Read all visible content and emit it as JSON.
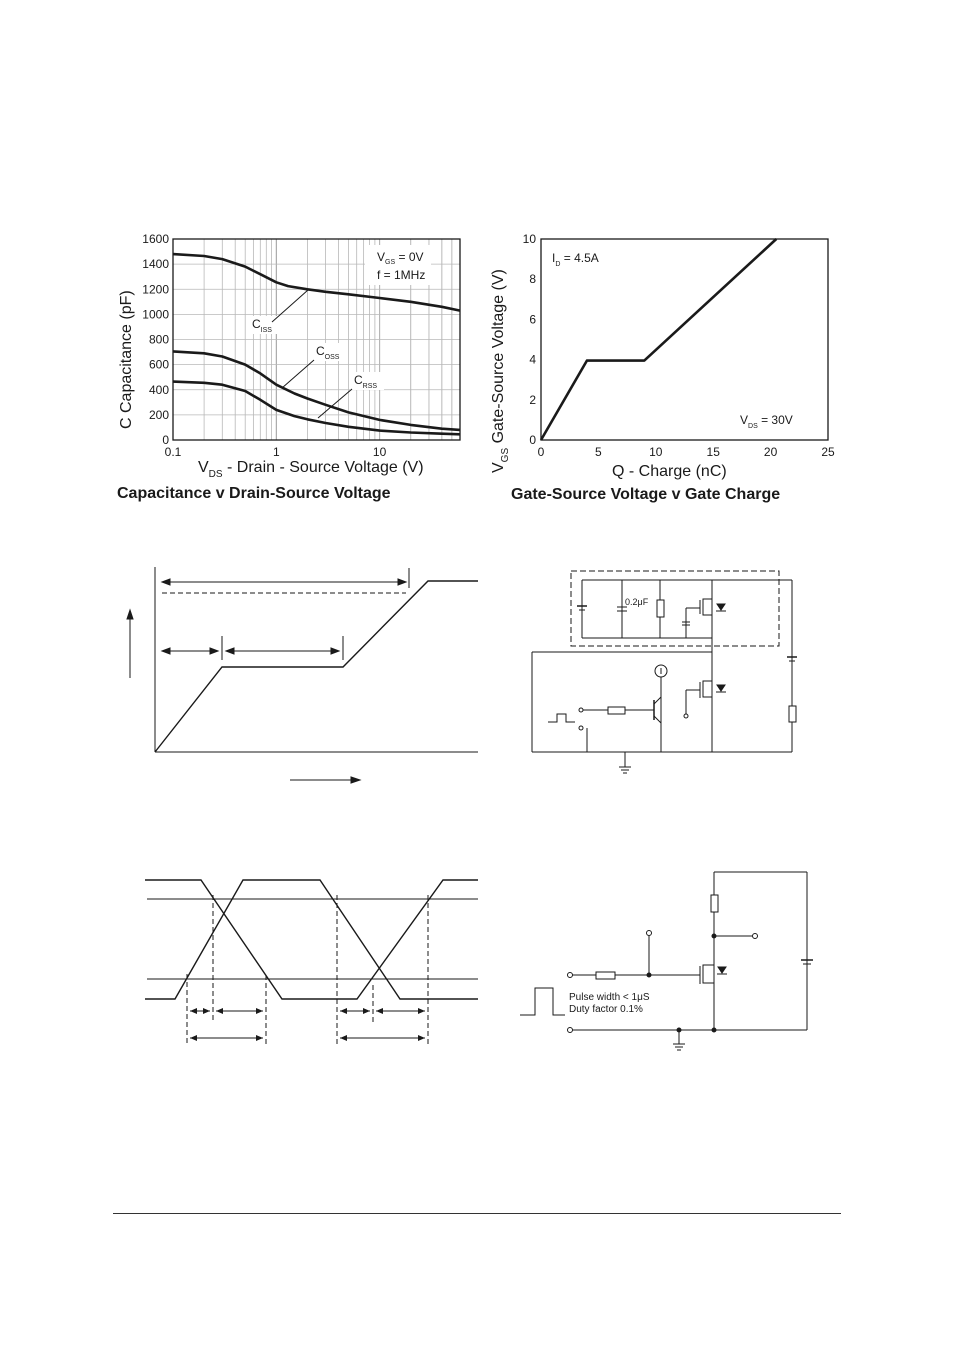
{
  "chart_data": [
    {
      "type": "line",
      "title": "Capacitance v Drain-Source Voltage",
      "xlabel_main": "V",
      "xlabel_sub": "DS",
      "xlabel_rest": " - Drain - Source Voltage (V)",
      "ylabel": "C  Capacitance (pF)",
      "xscale": "log",
      "xlim": [
        0.1,
        60
      ],
      "ylim": [
        0,
        1600
      ],
      "grid": true,
      "x_ticks": [
        0.1,
        1,
        10
      ],
      "x_tick_labels": [
        "0.1",
        "1",
        "10"
      ],
      "y_ticks": [
        0,
        200,
        400,
        600,
        800,
        1000,
        1200,
        1400,
        1600
      ],
      "y_tick_labels": [
        "0",
        "200",
        "400",
        "600",
        "800",
        "1000",
        "1200",
        "1400",
        "1600"
      ],
      "legend_box": {
        "line1_main": "V",
        "line1_sub": "GS",
        "line1_rest": " = 0V",
        "line2": "f = 1MHz"
      },
      "series": [
        {
          "name": "C ISS",
          "label_main": "C",
          "label_sub": "ISS",
          "x": [
            0.1,
            0.2,
            0.3,
            0.5,
            0.7,
            1,
            1.3,
            2,
            3,
            5,
            10,
            20,
            40,
            60
          ],
          "y": [
            1480,
            1465,
            1440,
            1380,
            1320,
            1255,
            1225,
            1200,
            1180,
            1160,
            1130,
            1100,
            1060,
            1030
          ]
        },
        {
          "name": "C OSS",
          "label_main": "C",
          "label_sub": "OSS",
          "x": [
            0.1,
            0.2,
            0.3,
            0.5,
            0.7,
            1,
            1.5,
            2,
            3,
            5,
            10,
            20,
            40,
            60
          ],
          "y": [
            705,
            690,
            665,
            600,
            530,
            440,
            370,
            330,
            280,
            220,
            160,
            120,
            90,
            80
          ]
        },
        {
          "name": "C RSS",
          "label_main": "C",
          "label_sub": "RSS",
          "x": [
            0.1,
            0.2,
            0.3,
            0.5,
            0.7,
            1,
            1.5,
            2,
            3,
            5,
            10,
            20,
            40,
            60
          ],
          "y": [
            465,
            455,
            440,
            390,
            320,
            240,
            190,
            165,
            135,
            105,
            75,
            60,
            50,
            45
          ]
        }
      ]
    },
    {
      "type": "line",
      "title": "Gate-Source Voltage v Gate Charge",
      "xlabel": "Q - Charge (nC)",
      "ylabel_main": "V",
      "ylabel_sub": "GS",
      "ylabel_rest": "  Gate-Source Voltage (V)",
      "xlim": [
        0,
        25
      ],
      "ylim": [
        0,
        10
      ],
      "grid": false,
      "x_ticks": [
        0,
        5,
        10,
        15,
        20,
        25
      ],
      "x_tick_labels": [
        "0",
        "5",
        "10",
        "15",
        "20",
        "25"
      ],
      "y_ticks": [
        0,
        2,
        4,
        6,
        8,
        10
      ],
      "y_tick_labels": [
        "0",
        "2",
        "4",
        "6",
        "8",
        "10"
      ],
      "annotation_top": {
        "main": "I",
        "sub": "D",
        "rest": " = 4.5A"
      },
      "annotation_bottom": {
        "main": "V",
        "sub": "DS",
        "rest": " = 30V"
      },
      "series": [
        {
          "x": [
            0,
            4,
            9,
            20.5
          ],
          "y": [
            0,
            3.95,
            3.95,
            10
          ]
        }
      ]
    }
  ],
  "diagrams": {
    "switch_circuit": {
      "capacitor_label": "0.2μF"
    },
    "test_circuit": {
      "pulse_text_line1": "Pulse width < 1μS",
      "pulse_text_line2": "Duty factor 0.1%"
    }
  }
}
